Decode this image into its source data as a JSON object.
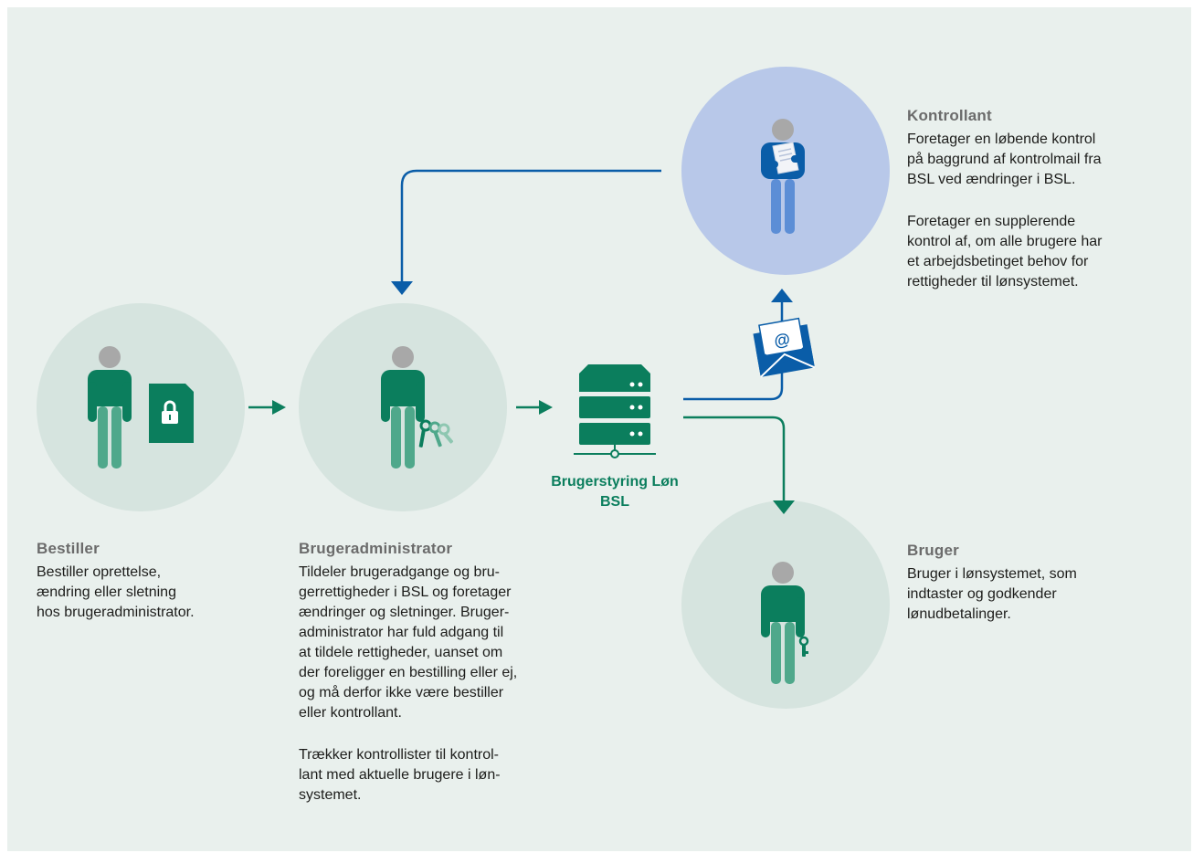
{
  "colors": {
    "background": "#e9f0ed",
    "circle": "#d6e4df",
    "circle_kontrollant": "#b8c8e9",
    "green": "#0b7e5d",
    "green_light": "#4fa88b",
    "blue": "#0a5da8",
    "blue_light": "#5c8ed6",
    "head": "#a8a8a8"
  },
  "bestiller": {
    "title": "Bestiller",
    "text": "Bestiller oprettelse,\nændring eller sletning\nhos brugeradministrator."
  },
  "brugeradministrator": {
    "title": "Brugeradministrator",
    "text": "Tildeler brugeradgange og bru-\ngerrettigheder i BSL og foretager\nændringer og sletninger. Bruger-\nadministrator har fuld adgang til\nat tildele rettigheder, uanset om\nder foreligger en bestilling eller ej,\nog må derfor ikke være bestiller\neller kontrollant.",
    "text2": "Trækker kontrollister til kontrol-\nlant med aktuelle brugere i løn-\nsystemet."
  },
  "server": {
    "label": "Brugerstyring Løn\nBSL"
  },
  "kontrollant": {
    "title": "Kontrollant",
    "text": "Foretager en løbende kontrol\npå baggrund af kontrolmail fra\nBSL ved ændringer i BSL.",
    "text2": "Foretager en supplerende\nkontrol af, om alle brugere har\net arbejdsbetinget behov for\nrettigheder til lønsystemet."
  },
  "bruger": {
    "title": "Bruger",
    "text": "Bruger i lønsystemet, som\nindtaster og godkender\nlønudbetalinger."
  },
  "icons": {
    "lock_document": "lock-document-icon",
    "keys": "keys-icon",
    "server": "server-icon",
    "email": "email-icon",
    "document": "document-icon",
    "key": "key-icon"
  }
}
